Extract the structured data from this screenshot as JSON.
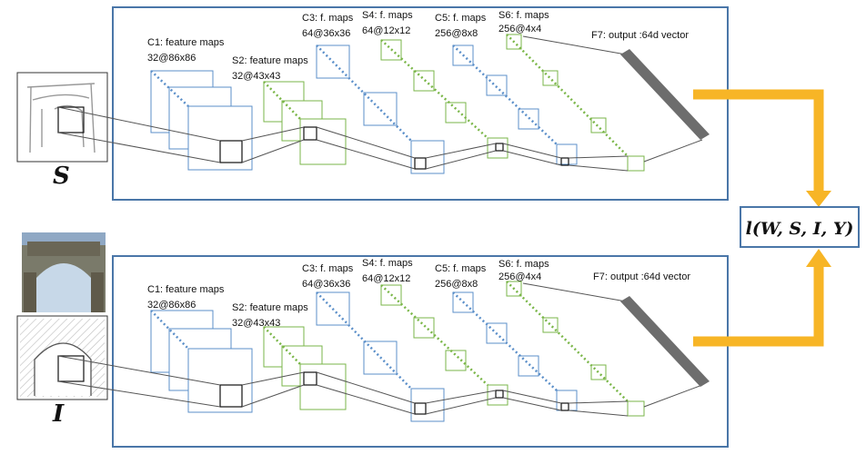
{
  "colors": {
    "frame": "#4a76a8",
    "blue_map": "#5b8fc9",
    "green_map": "#7ab648",
    "arrow": "#f7b526",
    "bar": "#6d6d6d",
    "connector": "#555555"
  },
  "branches": [
    {
      "input_label": "S",
      "layers": {
        "c1": [
          "C1: feature maps",
          "32@86x86"
        ],
        "s2": [
          "S2: feature maps",
          "32@43x43"
        ],
        "c3": [
          "C3: f. maps",
          "64@36x36"
        ],
        "s4": [
          "S4: f. maps",
          "64@12x12"
        ],
        "c5": [
          "C5: f. maps",
          "256@8x8"
        ],
        "s6": [
          "S6: f. maps",
          "256@4x4"
        ],
        "f7": "F7: output  :64d vector"
      }
    },
    {
      "input_label": "I",
      "layers": {
        "c1": [
          "C1: feature maps",
          "32@86x86"
        ],
        "s2": [
          "S2: feature maps",
          "32@43x43"
        ],
        "c3": [
          "C3: f. maps",
          "64@36x36"
        ],
        "s4": [
          "S4: f. maps",
          "64@12x12"
        ],
        "c5": [
          "C5: f. maps",
          "256@8x8"
        ],
        "s6": [
          "S6: f. maps",
          "256@4x4"
        ],
        "f7": "F7: output  :64d vector"
      }
    }
  ],
  "loss_label": "l(W, S, I, Y)"
}
